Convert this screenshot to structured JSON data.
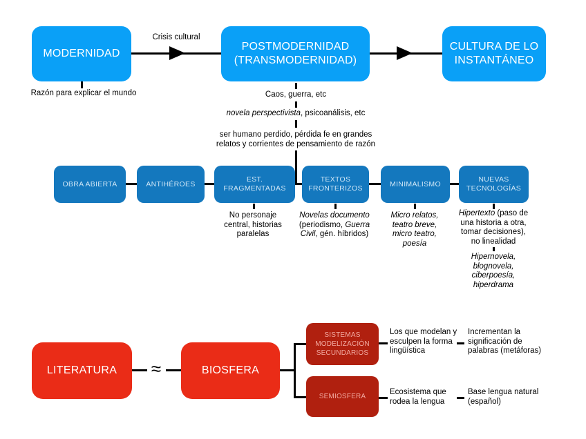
{
  "colors": {
    "bright_blue": "#0aa0f7",
    "dark_blue": "#1478be",
    "red": "#ea2c17",
    "dark_red": "#b0200f"
  },
  "top": {
    "modernidad": "MODERNIDAD",
    "crisis": "Crisis cultural",
    "postmodernidad": "POSTMODERNIDAD (TRANSMODERNIDAD)",
    "cultura": "CULTURA DE LO INSTANTÁNEO",
    "razon_note": "Razón para explicar el mundo",
    "chain": [
      {
        "segs": [
          {
            "t": "Caos, guerra, etc"
          }
        ]
      },
      {
        "segs": [
          {
            "t": "novela perspectivista",
            "i": true
          },
          {
            "t": ", psicoanálisis, etc"
          }
        ]
      },
      {
        "segs": [
          {
            "t": "ser humano perdido, pérdida fe en grandes relatos y corrientes de pensamiento de razón"
          }
        ]
      }
    ]
  },
  "features": {
    "boxes": [
      "OBRA ABIERTA",
      "ANTIHÉROES",
      "EST. FRAGMENTADAS",
      "TEXTOS FRONTERIZOS",
      "MINIMALISMO",
      "NUEVAS TECNOLOGÍAS"
    ],
    "notes": {
      "est_fragmentadas": {
        "segs": [
          {
            "t": "No personaje central, historias paralelas"
          }
        ]
      },
      "textos_fronterizos": {
        "segs": [
          {
            "t": "Novelas documento",
            "i": true
          },
          {
            "t": " (periodismo, "
          },
          {
            "t": "Guerra Civil",
            "i": true
          },
          {
            "t": ", gén. híbridos)"
          }
        ]
      },
      "minimalismo": {
        "segs": [
          {
            "t": "Micro relatos, teatro breve, micro teatro, poesía",
            "i": true
          }
        ]
      },
      "nuevas_hipertexto": {
        "segs": [
          {
            "t": "Hipertexto",
            "i": true
          },
          {
            "t": " (paso de una historia a otra, tomar decisiones), no linealidad"
          }
        ]
      },
      "nuevas_generos": {
        "segs": [
          {
            "t": "Hipernovela, blognovela, ciberpoesía, hiperdrama",
            "i": true
          }
        ]
      }
    }
  },
  "bottom": {
    "literatura": "LITERATURA",
    "approx_symbol": "≈",
    "biosfera": "BIOSFERA",
    "sistemas": "SISTEMAS MODELIZACIÓN SECUNDARIOS",
    "semiosfera": "SEMIOSFERA",
    "sistemas_def": "Los que modelan y esculpen la forma lingüística",
    "sistemas_efecto": "Incrementan la significación de palabras (metáforas)",
    "semiosfera_def": "Ecosistema que rodea la lengua",
    "semiosfera_base": "Base lengua natural (español)"
  }
}
